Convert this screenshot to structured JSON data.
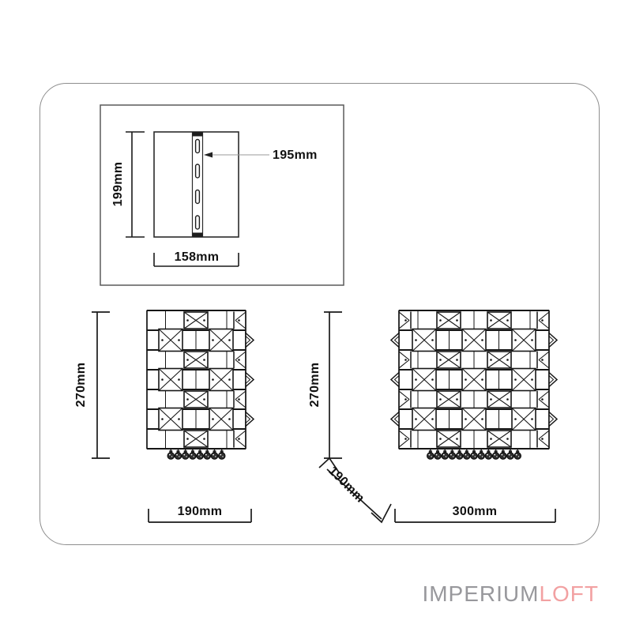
{
  "inset": {
    "height_label": "199mm",
    "width_label": "158mm",
    "strip_label": "195mm"
  },
  "sconce_small": {
    "height_label": "270mm",
    "width_label": "190mm"
  },
  "sconce_large": {
    "height_label": "270mm",
    "depth_label": "190mm",
    "width_label": "300mm"
  },
  "logo": {
    "primary": "IMPERIUM",
    "accent": "LOFT",
    "primary_color": "#98989c",
    "accent_color": "#f2a1a2"
  },
  "colors": {
    "line": "#1a1a1a",
    "frame_border": "#8e8e8e",
    "inset_border": "#5a5a5a"
  }
}
